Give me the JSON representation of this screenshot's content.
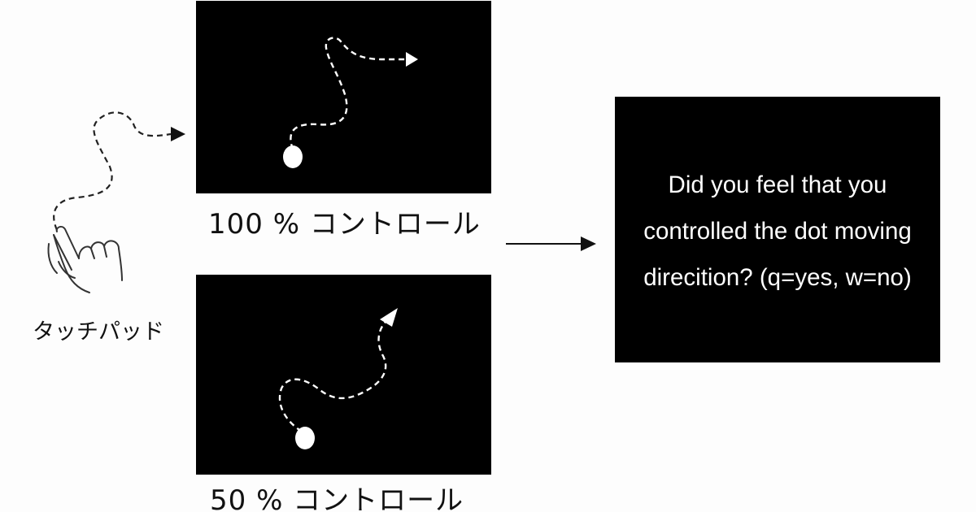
{
  "diagram": {
    "touchpad_label": "タッチパッド",
    "control_100_label": "100 % コントロール",
    "control_50_label": "50 % コントロール",
    "question_lines": [
      "Did you feel that you",
      "controlled the dot moving",
      "direcition? (q=yes, w=no)"
    ]
  },
  "colors": {
    "screen_background": "#000000",
    "trajectory": "#ffffff",
    "finger_trajectory": "#222222",
    "text": "#111111"
  },
  "icons": {
    "hand": "pointing-hand-icon",
    "arrow": "right-arrow-icon",
    "dot": "dot-icon"
  }
}
